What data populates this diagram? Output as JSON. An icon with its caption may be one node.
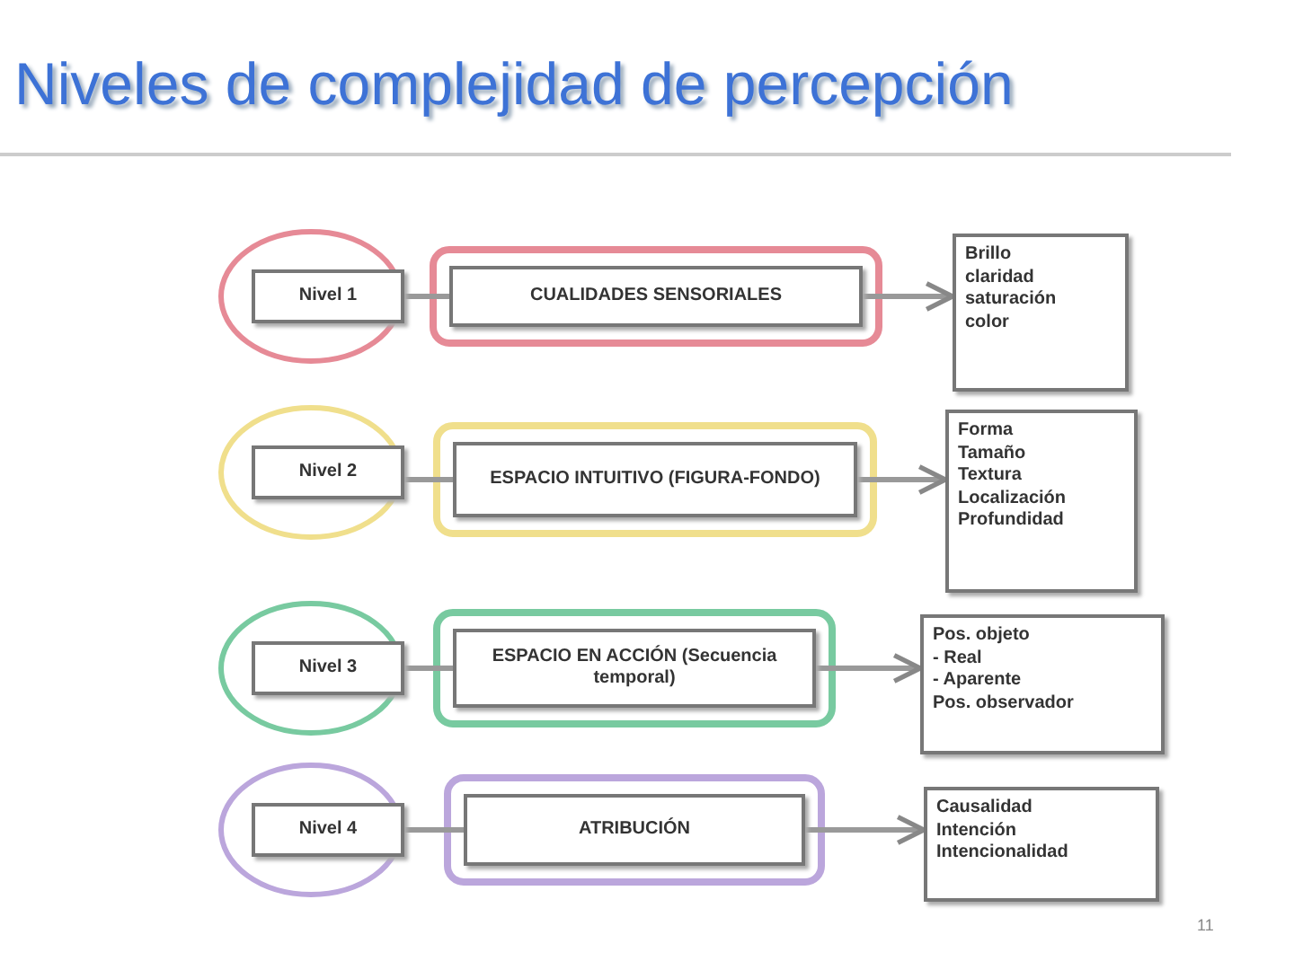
{
  "diagram": {
    "title": "Niveles de complejidad de percepción",
    "nodes": [
      {
        "text": [
          "Nivel 1"
        ]
      },
      {
        "text": [
          "CUALIDADES SENSORIALES"
        ]
      },
      {
        "text": [
          "Brillo",
          "claridad",
          "saturación",
          "color"
        ]
      },
      {
        "text": [
          "Nivel 2"
        ]
      },
      {
        "text": [
          "ESPACIO INTUITIVO (FIGURA-FONDO)"
        ]
      },
      {
        "text": [
          "Forma",
          "Tamaño",
          "Textura",
          "Localización",
          "Profundidad"
        ]
      },
      {
        "text": [
          "Nivel 3"
        ]
      },
      {
        "text": [
          "ESPACIO EN ACCIÓN (Secuencia temporal)"
        ]
      },
      {
        "text": [
          "Pos. objeto",
          "- Real",
          "- Aparente",
          "Pos. observador"
        ]
      },
      {
        "text": [
          "Nivel 4"
        ]
      },
      {
        "text": [
          "ATRIBUCIÓN"
        ]
      },
      {
        "text": [
          "Causalidad",
          "Intención",
          "Intencionalidad"
        ]
      }
    ],
    "edges": [
      {
        "from": 0,
        "to": 1,
        "arrow": "none"
      },
      {
        "from": 1,
        "to": 2,
        "arrow": "to"
      },
      {
        "from": 3,
        "to": 4,
        "arrow": "none"
      },
      {
        "from": 4,
        "to": 5,
        "arrow": "to"
      },
      {
        "from": 6,
        "to": 7,
        "arrow": "none"
      },
      {
        "from": 7,
        "to": 8,
        "arrow": "to"
      },
      {
        "from": 9,
        "to": 10,
        "arrow": "none"
      },
      {
        "from": 10,
        "to": 11,
        "arrow": "to"
      }
    ],
    "labels": [
      "11"
    ]
  }
}
